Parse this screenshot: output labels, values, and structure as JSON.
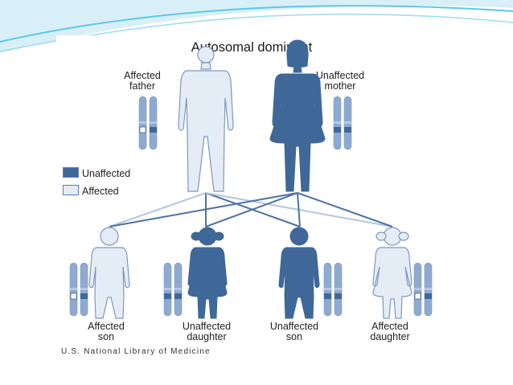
{
  "title": "Autosomal dominant",
  "parents": {
    "father_label": [
      "Affected",
      "father"
    ],
    "mother_label": [
      "Unaffected",
      "mother"
    ]
  },
  "legend": {
    "unaffected_label": "Unaffected",
    "affected_label": "Affected"
  },
  "children": [
    {
      "label": [
        "Affected",
        "son"
      ]
    },
    {
      "label": [
        "Unaffected",
        "daughter"
      ]
    },
    {
      "label": [
        "Unaffected",
        "son"
      ]
    },
    {
      "label": [
        "Affected",
        "daughter"
      ]
    }
  ],
  "credit": "U.S. National Library of Medicine",
  "colors": {
    "unaffected": "#3f6898",
    "affected": "#e4ecf6",
    "outline": "#7d99bf",
    "chromosome": "#8eaad0",
    "slide_accent": "#58c6e6"
  }
}
